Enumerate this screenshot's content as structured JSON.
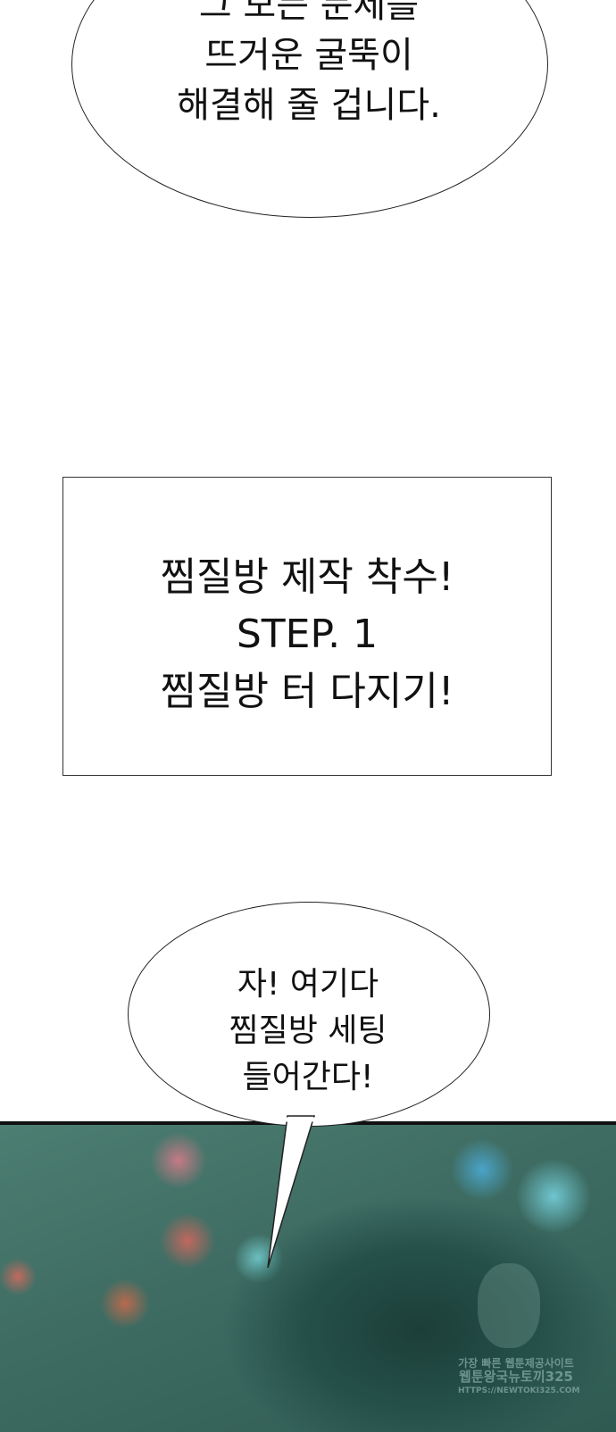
{
  "top_bubble": {
    "lines": [
      "그 모든 문제를",
      "뜨거운 굴뚝이",
      "해결해 줄 겁니다."
    ]
  },
  "caption_box": {
    "lines": [
      "찜질방 제작 착수!",
      "STEP. 1",
      "찜질방 터 다지기!"
    ]
  },
  "bottom_bubble": {
    "lines": [
      "자! 여기다",
      "찜질방 세팅",
      "들어간다!"
    ]
  },
  "watermark": {
    "line1": "가장 빠른 웹툰제공사이트",
    "line2": "웹툰왕국뉴토끼325",
    "url": "HTTPS://NEWTOKI325.COM"
  }
}
